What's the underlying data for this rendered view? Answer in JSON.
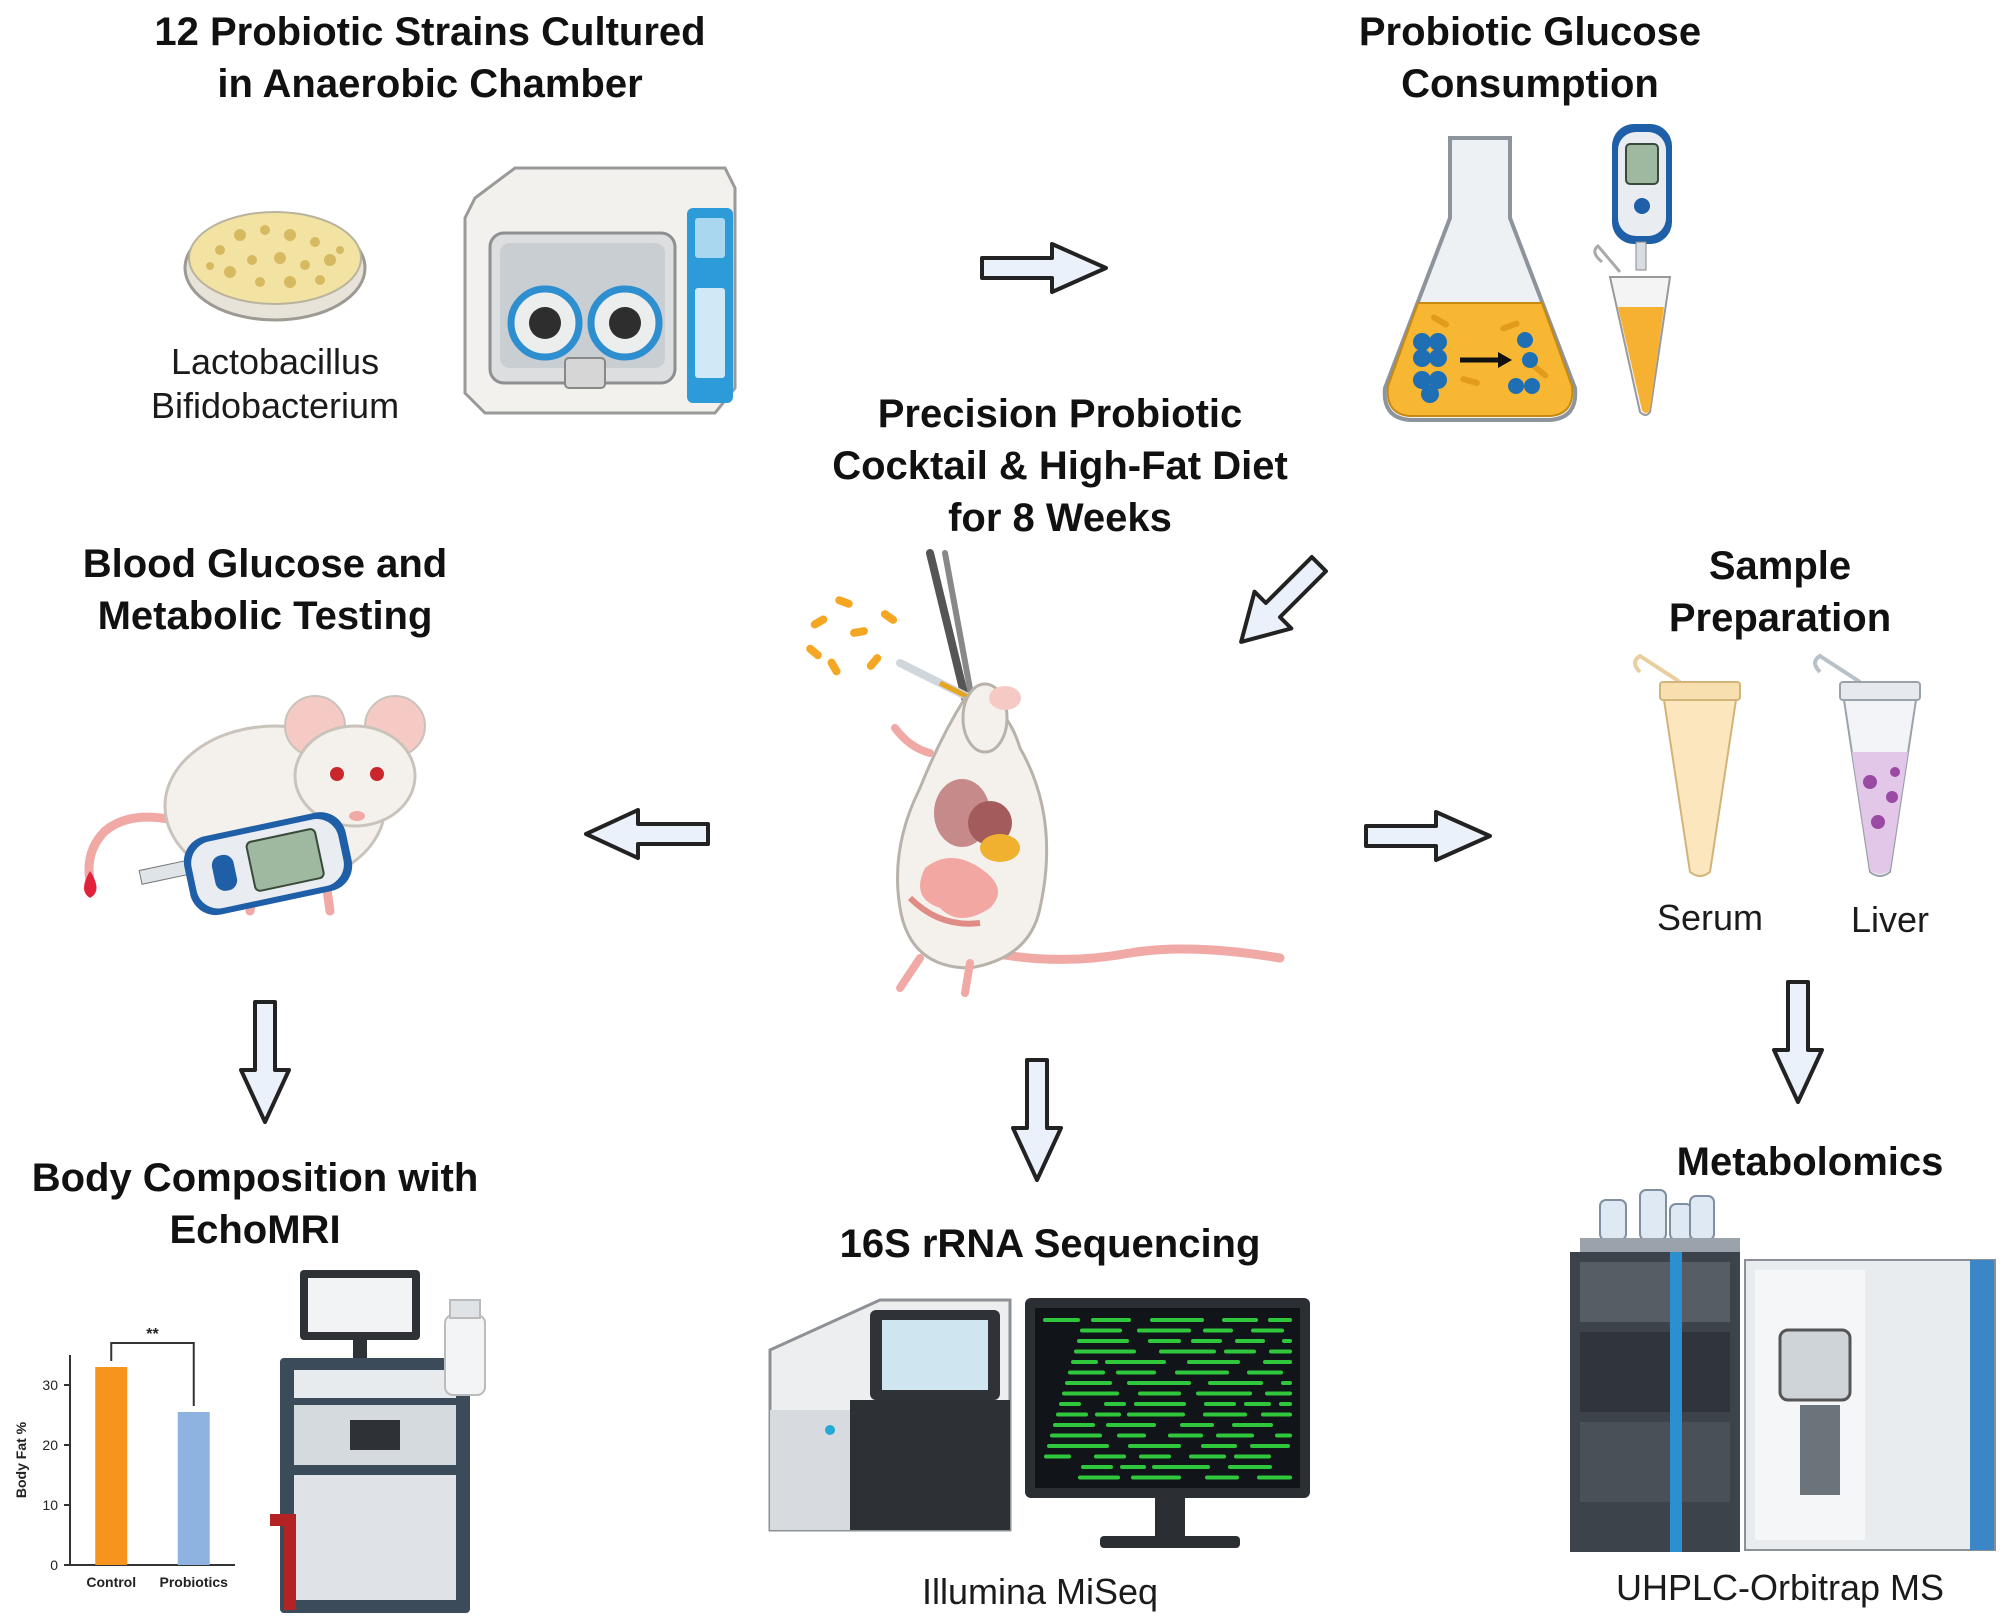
{
  "steps": {
    "culture": {
      "title_line1": "12 Probiotic Strains Cultured",
      "title_line2": "in Anaerobic Chamber",
      "strain1": "Lactobacillus",
      "strain2": "Bifidobacterium"
    },
    "glucose_consumption": {
      "title_line1": "Probiotic Glucose",
      "title_line2": "Consumption"
    },
    "treatment": {
      "title_line1": "Precision Probiotic",
      "title_line2": "Cocktail & High-Fat Diet",
      "title_line3": "for 8 Weeks"
    },
    "blood_testing": {
      "title_line1": "Blood Glucose and",
      "title_line2": "Metabolic Testing"
    },
    "sample_prep": {
      "title_line1": "Sample",
      "title_line2": "Preparation",
      "tube1": "Serum",
      "tube2": "Liver"
    },
    "body_comp": {
      "title_line1": "Body Composition with",
      "title_line2": "EchoMRI"
    },
    "sequencing": {
      "title": "16S rRNA Sequencing",
      "instrument": "Illumina MiSeq"
    },
    "metabolomics": {
      "title": "Metabolomics",
      "instrument": "UHPLC-Orbitrap MS"
    }
  },
  "chart_data": {
    "type": "bar",
    "categories": [
      "Control",
      "Probiotics"
    ],
    "values": [
      33,
      25.5
    ],
    "ylabel": "Body Fat %",
    "ylim": [
      0,
      35
    ],
    "yticks": [
      0,
      10,
      20,
      30
    ],
    "significance": "**",
    "colors": [
      "#f7941d",
      "#8fb3e0"
    ]
  },
  "colors": {
    "arrow_fill": "#eaf1fb",
    "arrow_stroke": "#222222"
  }
}
